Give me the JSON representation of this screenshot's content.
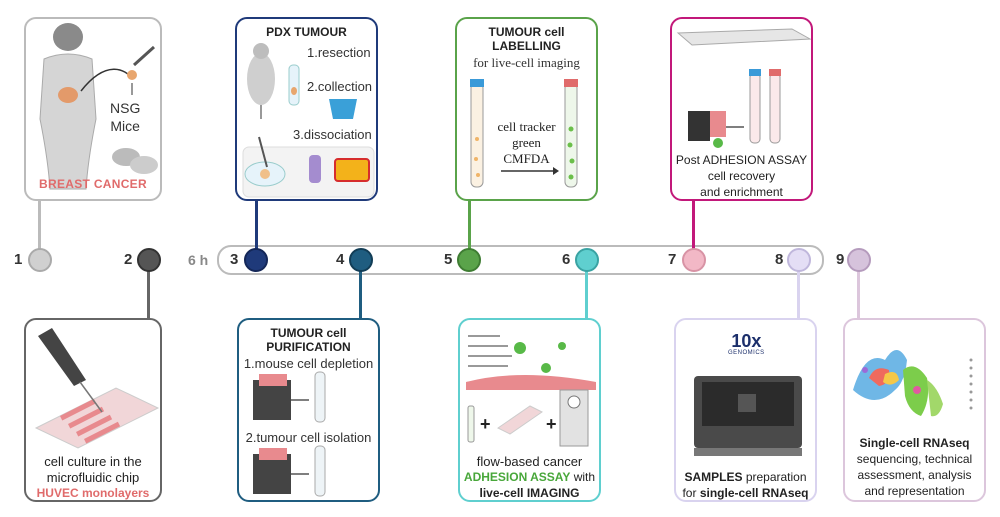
{
  "timeline_label": "6 h",
  "steps": [
    {
      "n": "1",
      "color": "#c9c9c9"
    },
    {
      "n": "2",
      "color": "#555555"
    },
    {
      "n": "3",
      "color": "#1f3a7a"
    },
    {
      "n": "4",
      "color": "#1f5d80"
    },
    {
      "n": "5",
      "color": "#5aa34a"
    },
    {
      "n": "6",
      "color": "#5fcfcf"
    },
    {
      "n": "7",
      "color": "#f2b8c6"
    },
    {
      "n": "8",
      "color": "#d9d3ef"
    },
    {
      "n": "9",
      "color": "#c9b6d3"
    }
  ],
  "box1": {
    "label_mice_1": "NSG",
    "label_mice_2": "Mice",
    "caption": "BREAST CANCER"
  },
  "box2": {
    "line1": "cell culture in the",
    "line2": "microfluidic chip",
    "line3": "HUVEC monolayers"
  },
  "box3": {
    "title": "PDX TUMOUR",
    "s1": "1.resection",
    "s2": "2.collection",
    "s3": "3.dissociation"
  },
  "box4": {
    "title1": "TUMOUR cell",
    "title2": "PURIFICATION",
    "s1": "1.mouse cell depletion",
    "s2": "2.tumour cell isolation"
  },
  "box5": {
    "title1": "TUMOUR cell",
    "title2": "LABELLING",
    "sub": "for live-cell imaging",
    "l1": "cell tracker",
    "l2": "green",
    "l3": "CMFDA"
  },
  "box6": {
    "plus1": "+",
    "plus2": "+",
    "line1": "flow-based cancer",
    "line2a": "ADHESION ASSAY",
    "line2b": " with",
    "line3": "live-cell IMAGING"
  },
  "box7": {
    "line1": "Post ADHESION ASSAY",
    "line2": "cell recovery",
    "line3": "and enrichment"
  },
  "box8": {
    "logo1": "10",
    "logo2": "x",
    "logo3": "GENOMICS",
    "line1a": "SAMPLES",
    "line1b": " preparation",
    "line2a": "for ",
    "line2b": "single-cell RNAseq"
  },
  "box9": {
    "line1": "Single-cell RNAseq",
    "line2": "sequencing, technical",
    "line3": "assessment, analysis",
    "line4": "and representation"
  }
}
